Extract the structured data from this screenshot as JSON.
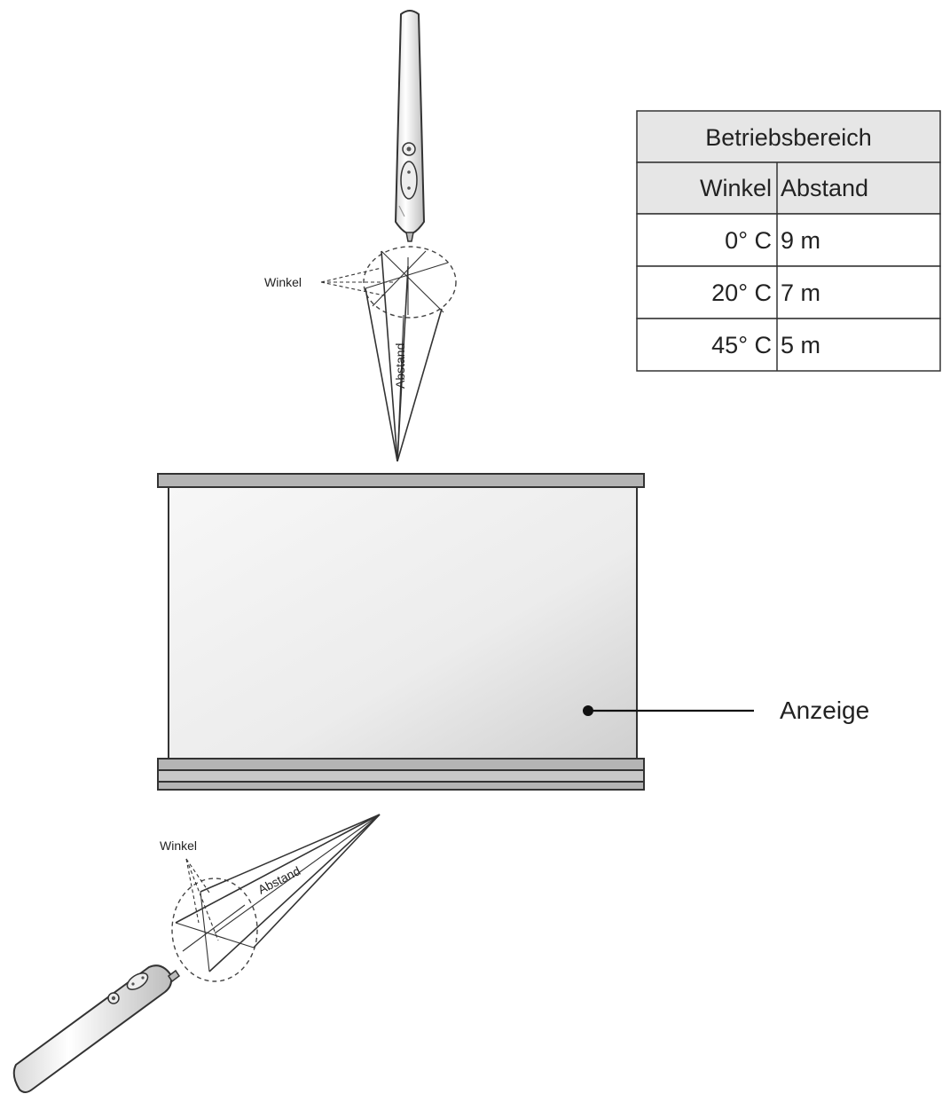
{
  "labels": {
    "angle_top": "Winkel",
    "distance_top": "Abstand",
    "angle_bottom": "Winkel",
    "distance_bottom": "Abstand",
    "display": "Anzeige"
  },
  "table": {
    "title": "Betriebsbereich",
    "header_angle": "Winkel",
    "header_distance": "Abstand",
    "rows": [
      {
        "angle": "0° C",
        "distance": "9 m"
      },
      {
        "angle": "20° C",
        "distance": "7 m"
      },
      {
        "angle": "45° C",
        "distance": "5 m"
      }
    ]
  },
  "colors": {
    "table_header_bg": "#e6e6e6",
    "frame_bar": "#b4b4b4",
    "screen_light": "#f4f4f4",
    "screen_dark": "#d2d2d2"
  },
  "icons": {
    "top_remote": "pen-remote-icon",
    "bottom_remote": "pen-remote-icon"
  }
}
